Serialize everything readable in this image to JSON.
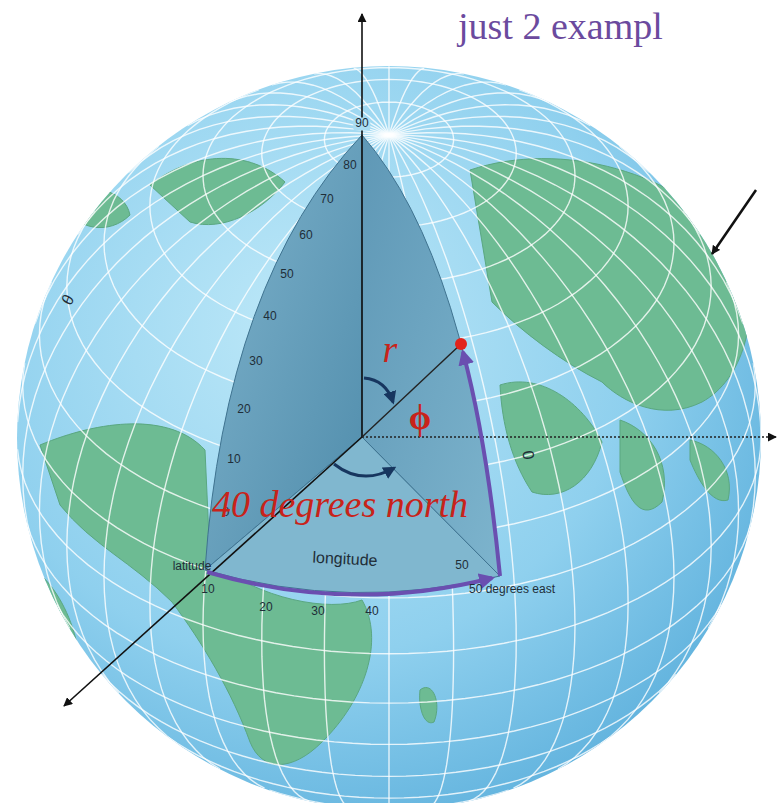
{
  "diagram": {
    "title": "just 2 exampl",
    "labels": [
      "90",
      "80",
      "70",
      "60",
      "50",
      "40",
      "30",
      "20",
      "10",
      "0",
      "latitude",
      "θ",
      "r",
      "ϕ",
      "40 degrees north",
      "0",
      "10",
      "20",
      "30",
      "40",
      "50",
      "50 degrees east",
      "longitude"
    ]
  }
}
